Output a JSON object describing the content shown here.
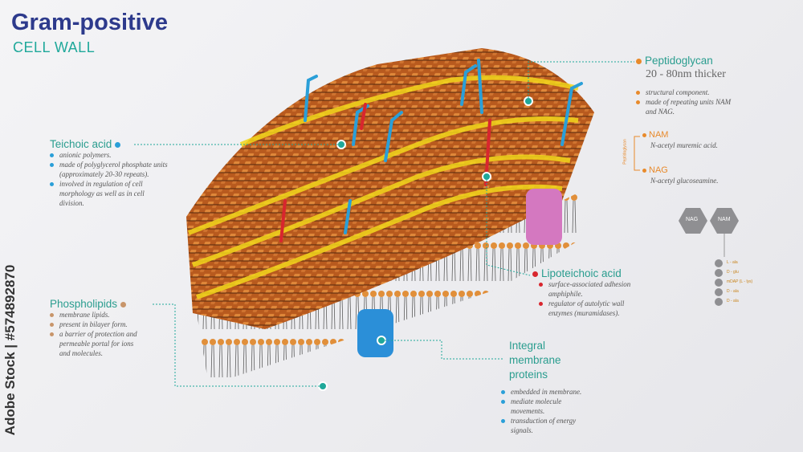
{
  "title": "Gram-positive",
  "subtitle": "CELL WALL",
  "peptidoglycan": {
    "heading": "Peptidoglycan",
    "note": "20 - 80nm thicker",
    "items": [
      "structural component.",
      "made of repeating units NAM",
      "and NAG."
    ],
    "vertical_label": "Peptidoglycan",
    "nam_heading": "NAM",
    "nam_desc": "N-acetyl muremic acid.",
    "nag_heading": "NAG",
    "nag_desc": "N-acetyl glucoseamine."
  },
  "teichoic": {
    "heading": "Teichoic acid",
    "items": [
      "anionic polymers.",
      "made of polyglycerol phosphate units",
      "(approximately 20-30 repeats).",
      "involved in regulation of cell",
      "morphology as well as in cell",
      "division."
    ]
  },
  "phospholipids": {
    "heading": "Phospholipids",
    "items": [
      "membrane lipids.",
      "present in bilayer form.",
      "a barrier of protection and",
      "permeable portal for ions",
      "and molecules."
    ]
  },
  "lipoteichoic": {
    "heading": "Lipoteichoic acid",
    "items": [
      "surface-associated adhesion",
      "amphiphile.",
      "regulator of autolytic wall",
      "enzymes (muramidases)."
    ]
  },
  "integral": {
    "heading_lines": [
      "Integral",
      "membrane",
      "proteins"
    ],
    "items": [
      "embedded in membrane.",
      "mediate molecule",
      "movements.",
      "transduction of energy",
      "signals."
    ]
  },
  "hex": {
    "left": "NAG",
    "right": "NAM"
  },
  "amino_chain": [
    "L - ala",
    "D - glu",
    "mDAP (L - lys)",
    "D - ala",
    "D - ala"
  ],
  "watermark_id": "#574892870",
  "watermark_brand": "Adobe Stock",
  "colors": {
    "title": "#2d3a8c",
    "teal": "#1fa89a",
    "orange": "#e88a2b",
    "blue": "#2a9fd8",
    "red": "#d8262e"
  }
}
